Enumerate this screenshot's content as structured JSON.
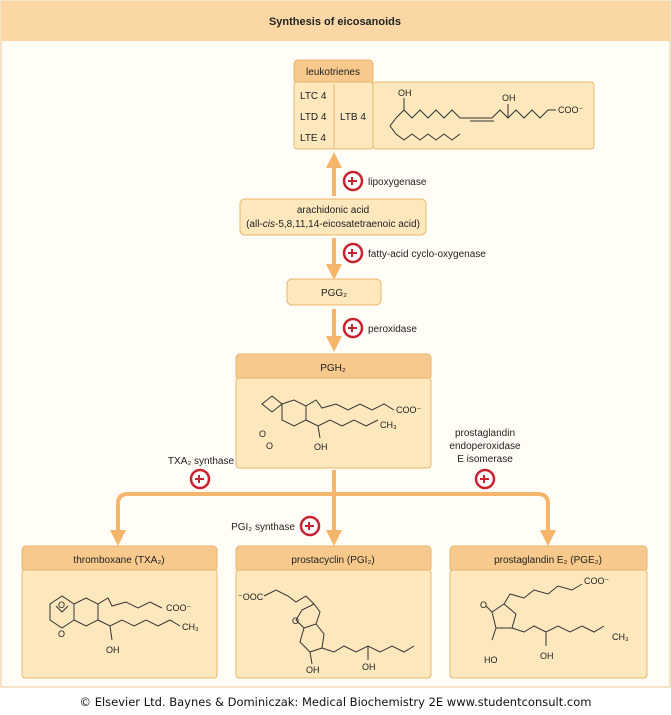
{
  "title": "Synthesis of eicosanoids",
  "leukotrienes": {
    "label": "leukotrienes",
    "ltc": "LTC 4",
    "ltd": "LTD 4",
    "lte": "LTE 4",
    "ltb": "LTB 4",
    "oh1": "OH",
    "oh2": "OH",
    "coo": "COO⁻"
  },
  "enzymes": {
    "lipoxygenase": "lipoxygenase",
    "cyclooxygenase": "fatty-acid cyclo-oxygenase",
    "peroxidase": "peroxidase",
    "txa_synthase": "TXA₂ synthase",
    "pgi_synthase": "PGI₂ synthase",
    "pge_isomerase_1": "prostaglandin",
    "pge_isomerase_2": "endoperoxidase",
    "pge_isomerase_3": "E isomerase"
  },
  "arachidonic": {
    "line1": "arachidonic acid",
    "line2_pre": "(all-",
    "line2_cis": "cis",
    "line2_post": "-5,8,11,14-eicosatetraenoic acid)"
  },
  "pgg2": "PGG₂",
  "pgh2": {
    "label": "PGH₂",
    "coo": "COO⁻",
    "ch3": "CH₃",
    "oh": "OH",
    "o1": "O",
    "o2": "O"
  },
  "thromboxane": {
    "label": "thromboxane (TXA₂)",
    "coo": "COO⁻",
    "ch3": "CH₃",
    "oh": "OH",
    "o1": "O",
    "o2": "O"
  },
  "prostacyclin": {
    "label": "prostacyclin (PGI₂)",
    "coo": "⁻OOC",
    "o": "O",
    "oh1": "OH",
    "oh2": "OH"
  },
  "pge2": {
    "label": "prostaglandin E₂ (PGE₂)",
    "coo": "COO⁻",
    "o": "O",
    "ch3": "CH₃",
    "ho": "HO",
    "oh": "OH"
  },
  "footer": "© Elsevier Ltd. Baynes & Dominiczak: Medical Biochemistry 2E www.studentconsult.com",
  "colors": {
    "banner": "#fbd7a6",
    "box": "#fde8bd",
    "box_border": "#e8b870",
    "header_bar": "#f8c98c",
    "arrow": "#f5b56a",
    "enzyme_ring": "#c8212f"
  }
}
